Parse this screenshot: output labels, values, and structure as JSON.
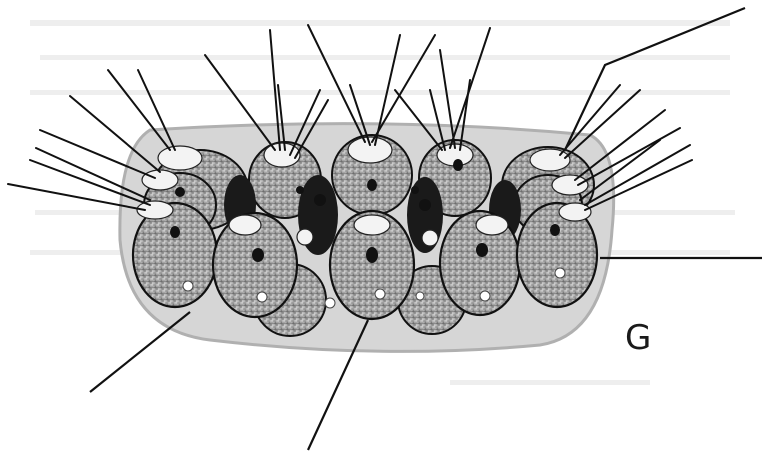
{
  "figure": {
    "panel_letter": "G",
    "colors": {
      "background": "#ffffff",
      "capsule_fill": "#d9d9d9",
      "capsule_stroke": "#b5b5b5",
      "cell_fill": "#bdbdbd",
      "cell_dark": "#7a7a7a",
      "nucleus": "#111111",
      "cap": "#f2f2f2",
      "line": "#111111"
    },
    "icons": [
      "cilia-bundle",
      "label-leader-line"
    ]
  }
}
